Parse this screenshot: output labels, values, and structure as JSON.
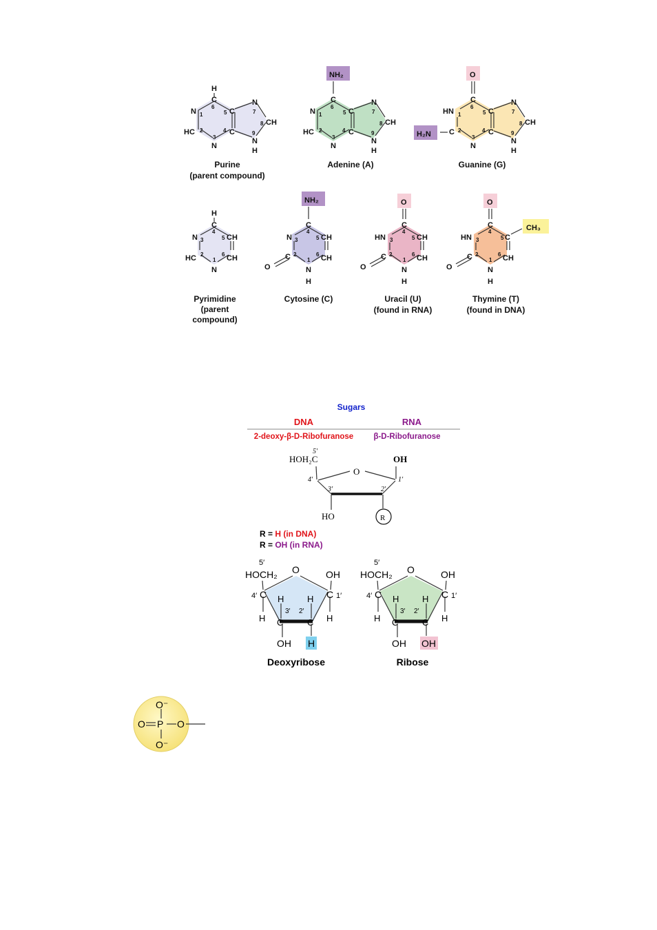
{
  "colors": {
    "purine_fill": "#e4e4f3",
    "adenine_fill": "#bfe0c4",
    "guanine_fill": "#fbe6b4",
    "pyrimidine_fill": "#e4e4f3",
    "cytosine_fill": "#c8c6e6",
    "uracil_fill": "#eab5c6",
    "thymine_fill": "#f6bf99",
    "amine_tag": "#b292c6",
    "oxo_tag": "#f6cfd8",
    "methyl_tag": "#fbf29a",
    "dna_red": "#e0141a",
    "rna_purple": "#8b1a8b",
    "sugars_blue": "#1222cc",
    "deoxyribose_fill": "#d5e6f6",
    "ribose_fill": "#c9e5c5",
    "h_highlight": "#7fd0ee",
    "oh_highlight": "#f3c3d2",
    "phosphate_fill": "#fbee9a"
  },
  "bases": {
    "purine": {
      "name": "Purine",
      "sub": "(parent compound)"
    },
    "adenine": {
      "name": "Adenine (A)",
      "tag": "NH₂"
    },
    "guanine": {
      "name": "Guanine (G)",
      "tag_o": "O",
      "tag_nh2": "H₂N"
    },
    "pyrimidine": {
      "name": "Pyrimidine",
      "sub1": "(parent",
      "sub2": "compound)"
    },
    "cytosine": {
      "name": "Cytosine (C)",
      "tag": "NH₂"
    },
    "uracil": {
      "name": "Uracil (U)",
      "sub": "(found in RNA)",
      "tag": "O"
    },
    "thymine": {
      "name": "Thymine (T)",
      "sub": "(found in DNA)",
      "tag_o": "O",
      "tag_me": "CH₃"
    }
  },
  "sugars": {
    "title": "Sugars",
    "dna": "DNA",
    "rna": "RNA",
    "dna_sugar": "2-deoxy-β-D-Ribofuranose",
    "rna_sugar": "β-D-Ribofuranose",
    "generic": {
      "c5": "5′",
      "hoh2c": "HOH₂C",
      "oh": "OH",
      "o": "O",
      "c4": "4′",
      "c3": "3′",
      "c2": "2′",
      "c1": "1′",
      "ho": "HO",
      "r": "R"
    },
    "r_prefix": "R = ",
    "r_dna": "H (in DNA)",
    "r_rna": "OH (in RNA)",
    "deoxyribose": {
      "name": "Deoxyribose",
      "hoch2": "HOCH₂",
      "c2_sub": "H"
    },
    "ribose": {
      "name": "Ribose",
      "hoch2": "HOCH₂",
      "c2_sub": "OH"
    }
  },
  "phosphate": {
    "p": "P",
    "o_top": "O⁻",
    "o_bottom": "O⁻",
    "o_left": "O",
    "o_right": "O"
  }
}
